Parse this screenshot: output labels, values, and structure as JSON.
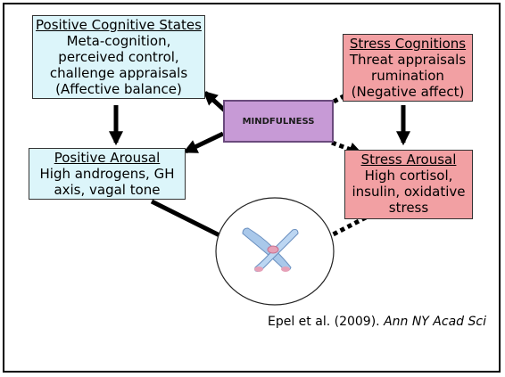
{
  "boxes": {
    "positive_cognitive": {
      "header": "Positive Cognitive States",
      "lines": [
        "Meta-cognition,",
        "perceived control,",
        "challenge appraisals",
        "(Affective balance)"
      ]
    },
    "stress_cognitions": {
      "header": "Stress Cognitions",
      "lines": [
        "Threat appraisals",
        "rumination",
        "(Negative affect)"
      ]
    },
    "positive_arousal": {
      "header": "Positive Arousal",
      "lines": [
        "High androgens, GH",
        "axis, vagal tone"
      ]
    },
    "stress_arousal": {
      "header": "Stress Arousal",
      "lines": [
        "High cortisol,",
        "insulin, oxidative",
        "stress"
      ]
    }
  },
  "center": {
    "label": "MINDFULNESS"
  },
  "citation": {
    "authors": "Epel et al. (2009). ",
    "journal": "Ann NY Acad Sci"
  },
  "colors": {
    "positive": "#dcf5fa",
    "stress": "#f2a0a3",
    "mindfulness": "#c79ad6"
  },
  "icons": {
    "center_image": "chromosome-icon"
  }
}
